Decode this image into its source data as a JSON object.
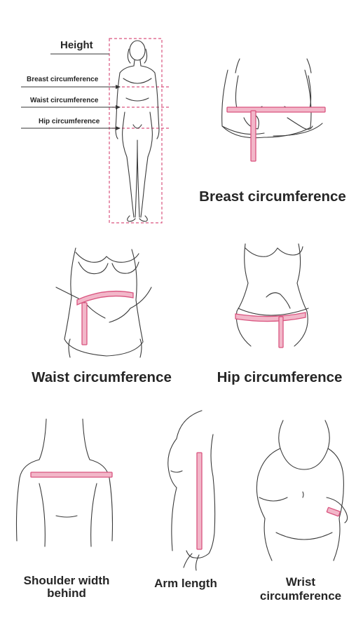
{
  "height_chart": {
    "height_label": "Height",
    "breast_label": "Breast circumference",
    "waist_label": "Waist circumference",
    "hip_label": "Hip circumference"
  },
  "panels": {
    "breast": "Breast circumference",
    "waist": "Waist circumference",
    "hip": "Hip circumference",
    "shoulder_line1": "Shoulder width",
    "shoulder_line2": "behind",
    "arm": "Arm length",
    "wrist_line1": "Wrist",
    "wrist_line2": "circumference"
  },
  "colors": {
    "tape": "#f2b7c9",
    "tape_stroke": "#d9547f",
    "ink": "#3a3a3a"
  }
}
